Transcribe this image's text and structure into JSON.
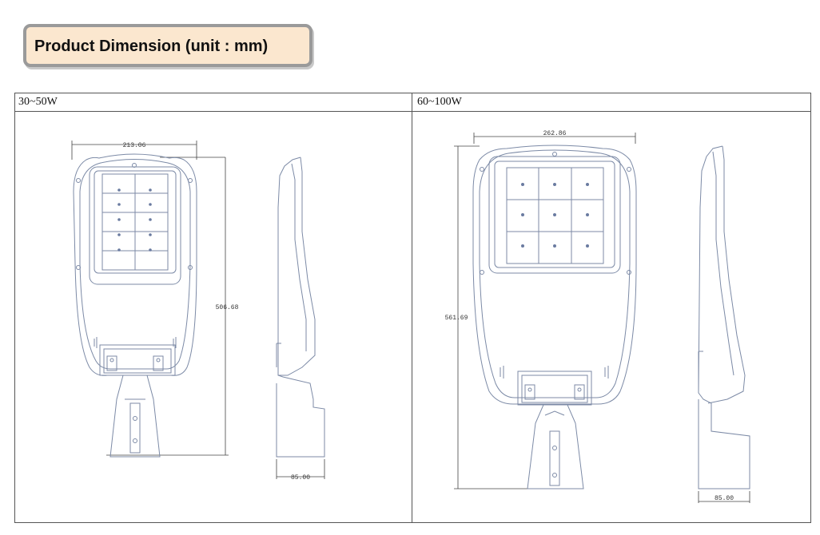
{
  "title": "Product Dimension (unit : mm)",
  "columns": [
    {
      "header": "30~50W",
      "width_label": "213.06",
      "height_label": "506.68",
      "depth_label": "85.00"
    },
    {
      "header": "60~100W",
      "width_label": "262.86",
      "height_label": "561.69",
      "depth_label": "85.00"
    }
  ],
  "colors": {
    "banner_fill": "#fbe7cf",
    "banner_border": "#9a9a9a",
    "outline": "#7c8aa6",
    "dimension_line": "#444444"
  }
}
